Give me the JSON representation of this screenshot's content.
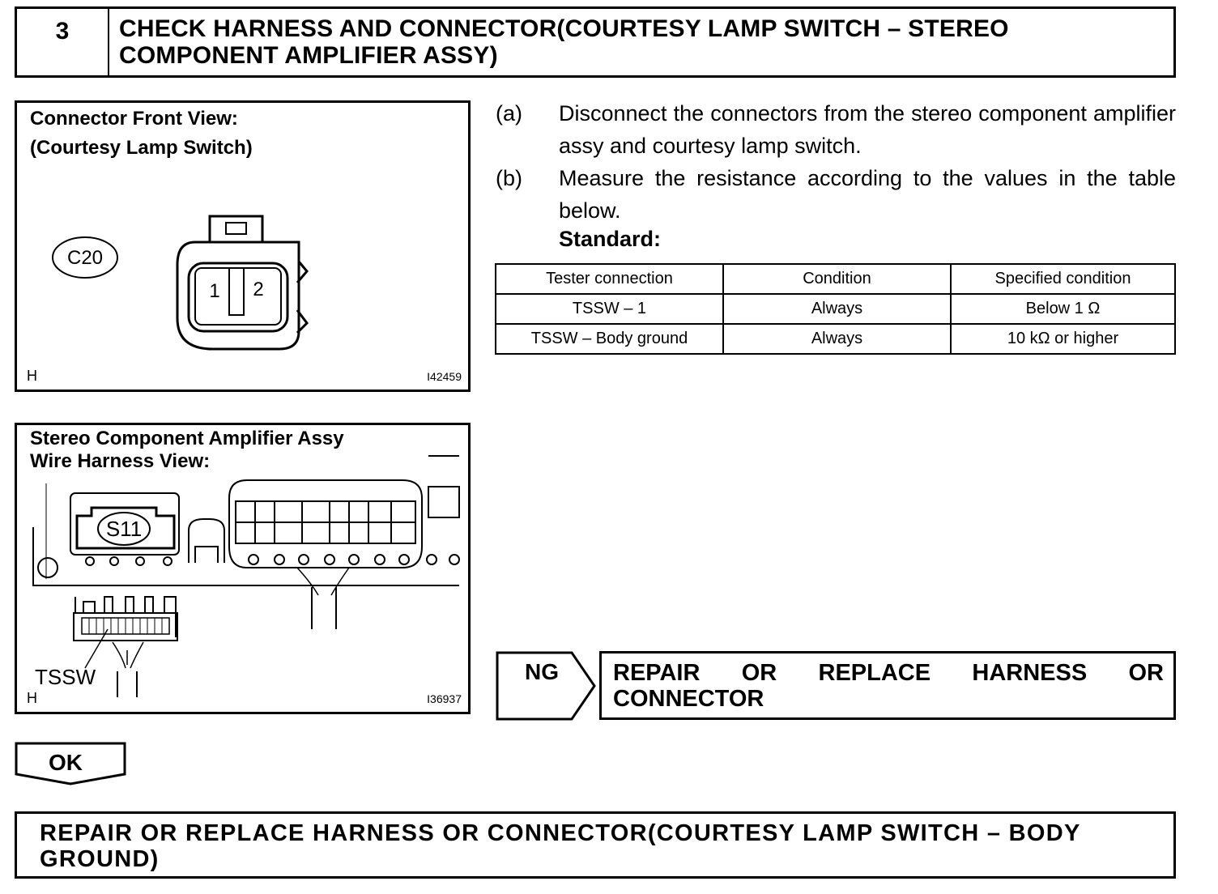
{
  "header": {
    "step_number": "3",
    "title": "CHECK HARNESS AND CONNECTOR(COURTESY LAMP SWITCH – STEREO COMPONENT AMPLIFIER ASSY)"
  },
  "figure1": {
    "title_line1": "Connector Front View:",
    "title_line2": "(Courtesy Lamp Switch)",
    "connector_code": "C20",
    "pin1": "1",
    "pin2": "2",
    "corner_letter": "H",
    "figure_id": "I42459"
  },
  "figure2": {
    "title_line1": "Stereo Component Amplifier Assy",
    "title_line2": "Wire Harness View:",
    "connector_code": "S11",
    "terminal_label": "TSSW",
    "corner_letter": "H",
    "figure_id": "I36937"
  },
  "steps": [
    {
      "label": "(a)",
      "text": "Disconnect the connectors from the stereo component amplifier assy and courtesy lamp switch."
    },
    {
      "label": "(b)",
      "text": "Measure the resistance according to the values in the table below."
    }
  ],
  "standard_label": "Standard:",
  "table": {
    "headers": [
      "Tester connection",
      "Condition",
      "Specified condition"
    ],
    "rows": [
      [
        "TSSW – 1",
        "Always",
        "Below 1 Ω"
      ],
      [
        "TSSW – Body ground",
        "Always",
        "10 kΩ or higher"
      ]
    ]
  },
  "ng": {
    "label": "NG",
    "action": "REPAIR OR REPLACE HARNESS OR CONNECTOR"
  },
  "ok": {
    "label": "OK"
  },
  "final_action": "REPAIR OR REPLACE HARNESS OR CONNECTOR(COURTESY LAMP SWITCH – BODY GROUND)"
}
